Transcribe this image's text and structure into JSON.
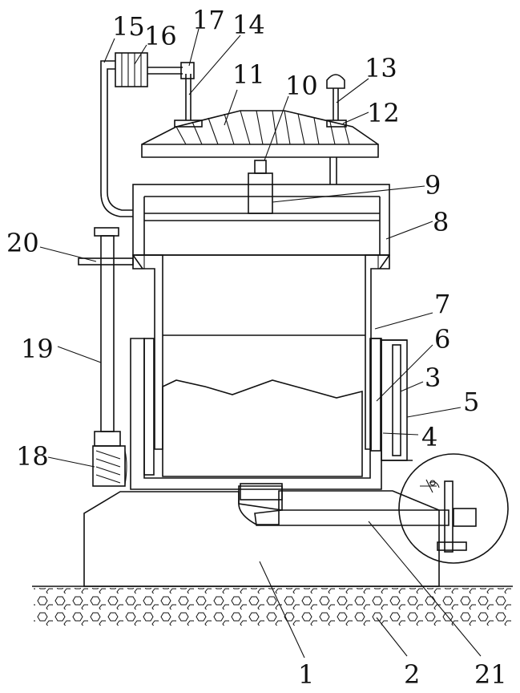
{
  "labels": [
    {
      "id": "15",
      "text": "15"
    },
    {
      "id": "16",
      "text": "16"
    },
    {
      "id": "17",
      "text": "17"
    },
    {
      "id": "14",
      "text": "14"
    },
    {
      "id": "13",
      "text": "13"
    },
    {
      "id": "11",
      "text": "11"
    },
    {
      "id": "10",
      "text": "10"
    },
    {
      "id": "12",
      "text": "12"
    },
    {
      "id": "9",
      "text": "9"
    },
    {
      "id": "8",
      "text": "8"
    },
    {
      "id": "20",
      "text": "20"
    },
    {
      "id": "7",
      "text": "7"
    },
    {
      "id": "19",
      "text": "19"
    },
    {
      "id": "6",
      "text": "6"
    },
    {
      "id": "3",
      "text": "3"
    },
    {
      "id": "5",
      "text": "5"
    },
    {
      "id": "4",
      "text": "4"
    },
    {
      "id": "18",
      "text": "18"
    },
    {
      "id": "1",
      "text": "1"
    },
    {
      "id": "2",
      "text": "2"
    },
    {
      "id": "21",
      "text": "21"
    }
  ]
}
